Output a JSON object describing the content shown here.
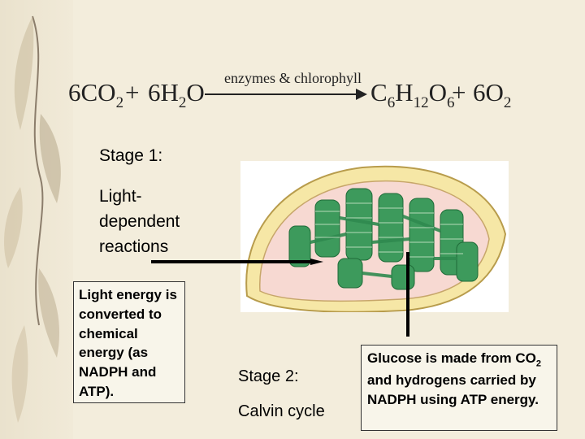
{
  "equation": {
    "reactant1": {
      "coef": "6CO",
      "sub": "2"
    },
    "reactant2": {
      "coef": "6H",
      "sub": "2",
      "tail": "O"
    },
    "plus": "+",
    "arrow_label": "enzymes & chlorophyll",
    "product1": {
      "c": "C",
      "c_sub": "6",
      "h": "H",
      "h_sub": "12",
      "o": "O",
      "o_sub": "6"
    },
    "product2": {
      "coef": "6O",
      "sub": "2"
    }
  },
  "stage1": {
    "title": "Stage 1:",
    "desc_line1": "Light-",
    "desc_line2": "dependent",
    "desc_line3": "reactions",
    "box_text": "Light energy is converted to chemical energy (as NADPH and ATP)."
  },
  "stage2": {
    "title": "Stage 2:",
    "desc": "Calvin cycle",
    "box_pre": "Glucose is made from CO",
    "box_sub": "2",
    "box_post": " and hydrogens carried by NADPH using ATP energy."
  },
  "colors": {
    "background": "#f3eddc",
    "outer_membrane": "#f6e7a6",
    "stroma": "#f7d9d2",
    "thylakoid_green": "#3d9a5c",
    "arrow": "#000000"
  }
}
